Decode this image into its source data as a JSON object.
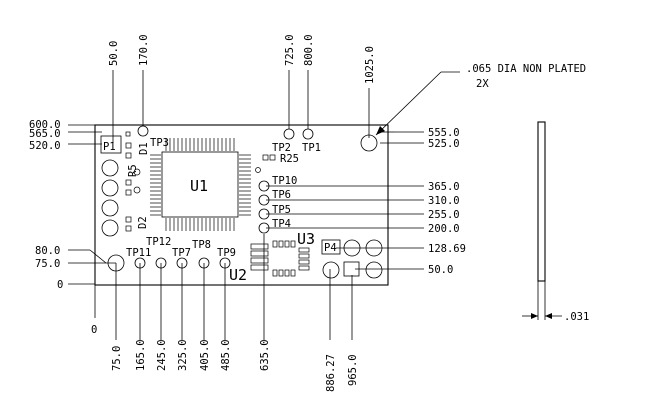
{
  "top_dims": [
    "50.0",
    "170.0",
    "725.0",
    "800.0",
    "1025.0"
  ],
  "bottom_dims": [
    "75.0",
    "165.0",
    "245.0",
    "325.0",
    "405.0",
    "485.0",
    "635.0",
    "886.27",
    "965.0"
  ],
  "left_dims": [
    "600.0",
    "565.0",
    "520.0",
    "80.0",
    "75.0",
    "0"
  ],
  "right_dims": [
    "555.0",
    "525.0",
    "365.0",
    "310.0",
    "255.0",
    "200.0",
    "128.69",
    "50.0"
  ],
  "origin_label": "0",
  "note_line1": ".065 DIA NON PLATED",
  "note_line2": "2X",
  "thickness_label": ".031",
  "labels": {
    "p1": "P1",
    "p4": "P4",
    "u1": "U1",
    "u2": "U2",
    "u3": "U3",
    "d1": "D1",
    "d2": "D2",
    "r5": "R5",
    "r25": "R25",
    "tp1": "TP1",
    "tp2": "TP2",
    "tp3": "TP3",
    "tp4": "TP4",
    "tp5": "TP5",
    "tp6": "TP6",
    "tp7": "TP7",
    "tp8": "TP8",
    "tp9": "TP9",
    "tp10": "TP10",
    "tp11": "TP11",
    "tp12": "TP12"
  }
}
